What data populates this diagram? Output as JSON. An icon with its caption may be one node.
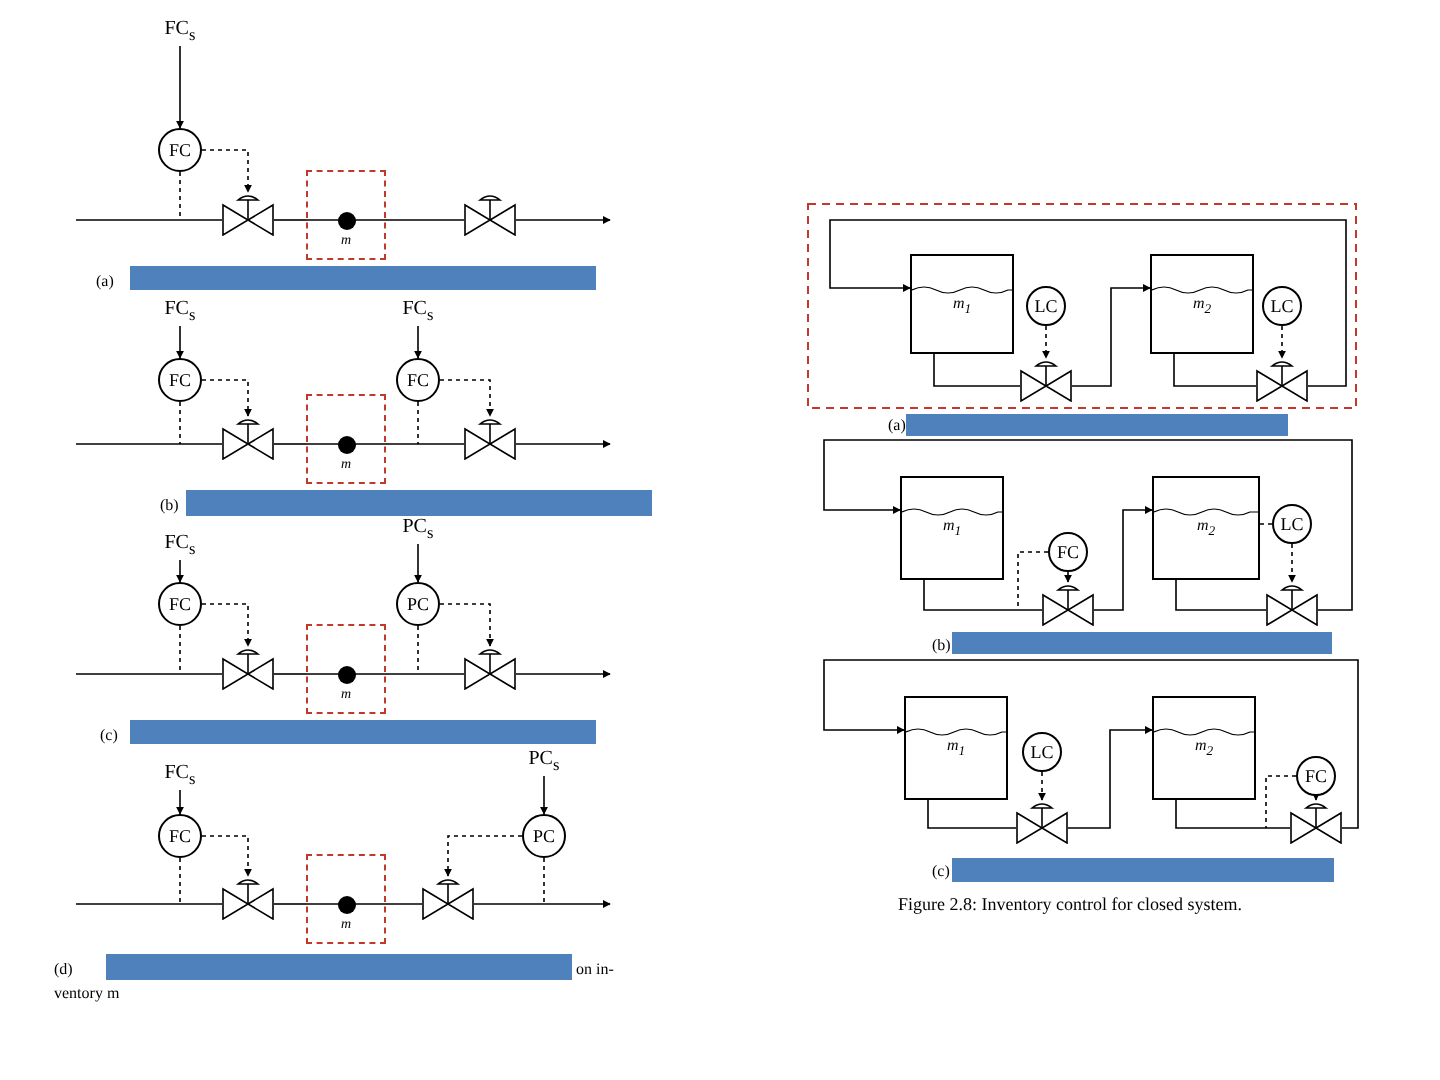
{
  "diagram": {
    "caption": "Figure 2.8: Inventory control for closed system.",
    "nodes": [
      {
        "text": [
          "FC$_{s}$"
        ]
      },
      {
        "text": [
          "FC"
        ]
      },
      {
        "text": [],
        "shape": "valve"
      },
      {
        "text": [
          "m"
        ]
      },
      {
        "text": [],
        "shape": "valve"
      },
      {
        "text": [
          "FC$_{s}$"
        ]
      },
      {
        "text": [
          "FC"
        ]
      },
      {
        "text": [],
        "shape": "valve"
      },
      {
        "text": [
          "m"
        ]
      },
      {
        "text": [
          "FC$_{s}$"
        ]
      },
      {
        "text": [
          "FC"
        ]
      },
      {
        "text": [],
        "shape": "valve"
      },
      {
        "text": [
          "FC$_{s}$"
        ]
      },
      {
        "text": [
          "FC"
        ]
      },
      {
        "text": [],
        "shape": "valve"
      },
      {
        "text": [
          "m"
        ]
      },
      {
        "text": [
          "PC$_{s}$"
        ]
      },
      {
        "text": [
          "PC"
        ]
      },
      {
        "text": [],
        "shape": "valve"
      },
      {
        "text": [
          "FC$_{s}$"
        ]
      },
      {
        "text": [
          "FC"
        ]
      },
      {
        "text": [],
        "shape": "valve"
      },
      {
        "text": [
          "m"
        ]
      },
      {
        "text": [],
        "shape": "valve"
      },
      {
        "text": [
          "PC$_{s}$"
        ]
      },
      {
        "text": [
          "PC"
        ]
      },
      {
        "text": [
          "m$_{1}$"
        ]
      },
      {
        "text": [
          "LC"
        ]
      },
      {
        "text": [],
        "shape": "valve"
      },
      {
        "text": [
          "m$_{2}$"
        ]
      },
      {
        "text": [
          "LC"
        ]
      },
      {
        "text": [],
        "shape": "valve"
      },
      {
        "text": [
          "m$_{1}$"
        ]
      },
      {
        "text": [
          "FC"
        ]
      },
      {
        "text": [],
        "shape": "valve"
      },
      {
        "text": [
          "m$_{2}$"
        ]
      },
      {
        "text": [
          "LC"
        ]
      },
      {
        "text": [],
        "shape": "valve"
      },
      {
        "text": [
          "m$_{1}$"
        ]
      },
      {
        "text": [
          "LC"
        ]
      },
      {
        "text": [],
        "shape": "valve"
      },
      {
        "text": [
          "m$_{2}$"
        ]
      },
      {
        "text": [
          "FC"
        ]
      },
      {
        "text": [],
        "shape": "valve"
      }
    ],
    "edges": [
      {
        "from": 0,
        "to": 1,
        "arrow": "to"
      },
      {
        "from": 1,
        "to": 2,
        "arrow": "to",
        "style": "dashed"
      },
      {
        "from": 1,
        "to": null,
        "arrow": "none",
        "style": "dashed"
      },
      {
        "from": null,
        "to": 2,
        "arrow": "none"
      },
      {
        "from": 2,
        "to": 3,
        "arrow": "none"
      },
      {
        "from": 3,
        "to": 4,
        "arrow": "none"
      },
      {
        "from": 4,
        "to": null,
        "arrow": "to"
      },
      {
        "from": 5,
        "to": 6,
        "arrow": "to"
      },
      {
        "from": 6,
        "to": 7,
        "arrow": "to",
        "style": "dashed"
      },
      {
        "from": 6,
        "to": null,
        "arrow": "none",
        "style": "dashed"
      },
      {
        "from": null,
        "to": 7,
        "arrow": "none"
      },
      {
        "from": 7,
        "to": 8,
        "arrow": "none"
      },
      {
        "from": 8,
        "to": 11,
        "arrow": "none"
      },
      {
        "from": 11,
        "to": null,
        "arrow": "to"
      },
      {
        "from": 9,
        "to": 10,
        "arrow": "to"
      },
      {
        "from": 10,
        "to": 11,
        "arrow": "to",
        "style": "dashed"
      },
      {
        "from": 10,
        "to": null,
        "arrow": "none",
        "style": "dashed"
      },
      {
        "from": 12,
        "to": 13,
        "arrow": "to"
      },
      {
        "from": 13,
        "to": 14,
        "arrow": "to",
        "style": "dashed"
      },
      {
        "from": 13,
        "to": null,
        "arrow": "none",
        "style": "dashed"
      },
      {
        "from": null,
        "to": 14,
        "arrow": "none"
      },
      {
        "from": 14,
        "to": 15,
        "arrow": "none"
      },
      {
        "from": 15,
        "to": 18,
        "arrow": "none"
      },
      {
        "from": 18,
        "to": null,
        "arrow": "to"
      },
      {
        "from": 16,
        "to": 17,
        "arrow": "to"
      },
      {
        "from": 17,
        "to": 18,
        "arrow": "to",
        "style": "dashed"
      },
      {
        "from": 17,
        "to": null,
        "arrow": "none",
        "style": "dashed"
      },
      {
        "from": 19,
        "to": 20,
        "arrow": "to"
      },
      {
        "from": 20,
        "to": 21,
        "arrow": "to",
        "style": "dashed"
      },
      {
        "from": 20,
        "to": null,
        "arrow": "none",
        "style": "dashed"
      },
      {
        "from": null,
        "to": 21,
        "arrow": "none"
      },
      {
        "from": 21,
        "to": 22,
        "arrow": "none"
      },
      {
        "from": 22,
        "to": 23,
        "arrow": "none"
      },
      {
        "from": 23,
        "to": null,
        "arrow": "to"
      },
      {
        "from": 24,
        "to": 25,
        "arrow": "to"
      },
      {
        "from": 25,
        "to": 23,
        "arrow": "to",
        "style": "dashed"
      },
      {
        "from": 25,
        "to": null,
        "arrow": "none",
        "style": "dashed"
      },
      {
        "from": 26,
        "to": 28,
        "arrow": "none"
      },
      {
        "from": 28,
        "to": 29,
        "arrow": "to"
      },
      {
        "from": 29,
        "to": 31,
        "arrow": "none"
      },
      {
        "from": 31,
        "to": 26,
        "arrow": "to"
      },
      {
        "from": 27,
        "to": 28,
        "arrow": "to",
        "style": "dashed"
      },
      {
        "from": 30,
        "to": 31,
        "arrow": "to",
        "style": "dashed"
      },
      {
        "from": 32,
        "to": 34,
        "arrow": "none"
      },
      {
        "from": 34,
        "to": 35,
        "arrow": "to"
      },
      {
        "from": 35,
        "to": 37,
        "arrow": "none"
      },
      {
        "from": 37,
        "to": 32,
        "arrow": "to"
      },
      {
        "from": 33,
        "to": null,
        "arrow": "none",
        "style": "dashed"
      },
      {
        "from": 33,
        "to": 34,
        "arrow": "to",
        "style": "dashed"
      },
      {
        "from": 35,
        "to": 36,
        "arrow": "none",
        "style": "dashed"
      },
      {
        "from": 36,
        "to": 37,
        "arrow": "to",
        "style": "dashed"
      },
      {
        "from": 38,
        "to": 40,
        "arrow": "none"
      },
      {
        "from": 40,
        "to": 41,
        "arrow": "to"
      },
      {
        "from": 41,
        "to": 43,
        "arrow": "none"
      },
      {
        "from": 43,
        "to": 38,
        "arrow": "to"
      },
      {
        "from": 39,
        "to": 40,
        "arrow": "to",
        "style": "dashed"
      },
      {
        "from": 42,
        "to": null,
        "arrow": "none",
        "style": "dashed"
      },
      {
        "from": 42,
        "to": 43,
        "arrow": "to",
        "style": "dashed"
      }
    ],
    "labels": [
      "(a)",
      "(b)",
      "(c)",
      "(d)",
      "on in-",
      "ventory m",
      "(a)",
      "(b)",
      "(c)"
    ]
  }
}
